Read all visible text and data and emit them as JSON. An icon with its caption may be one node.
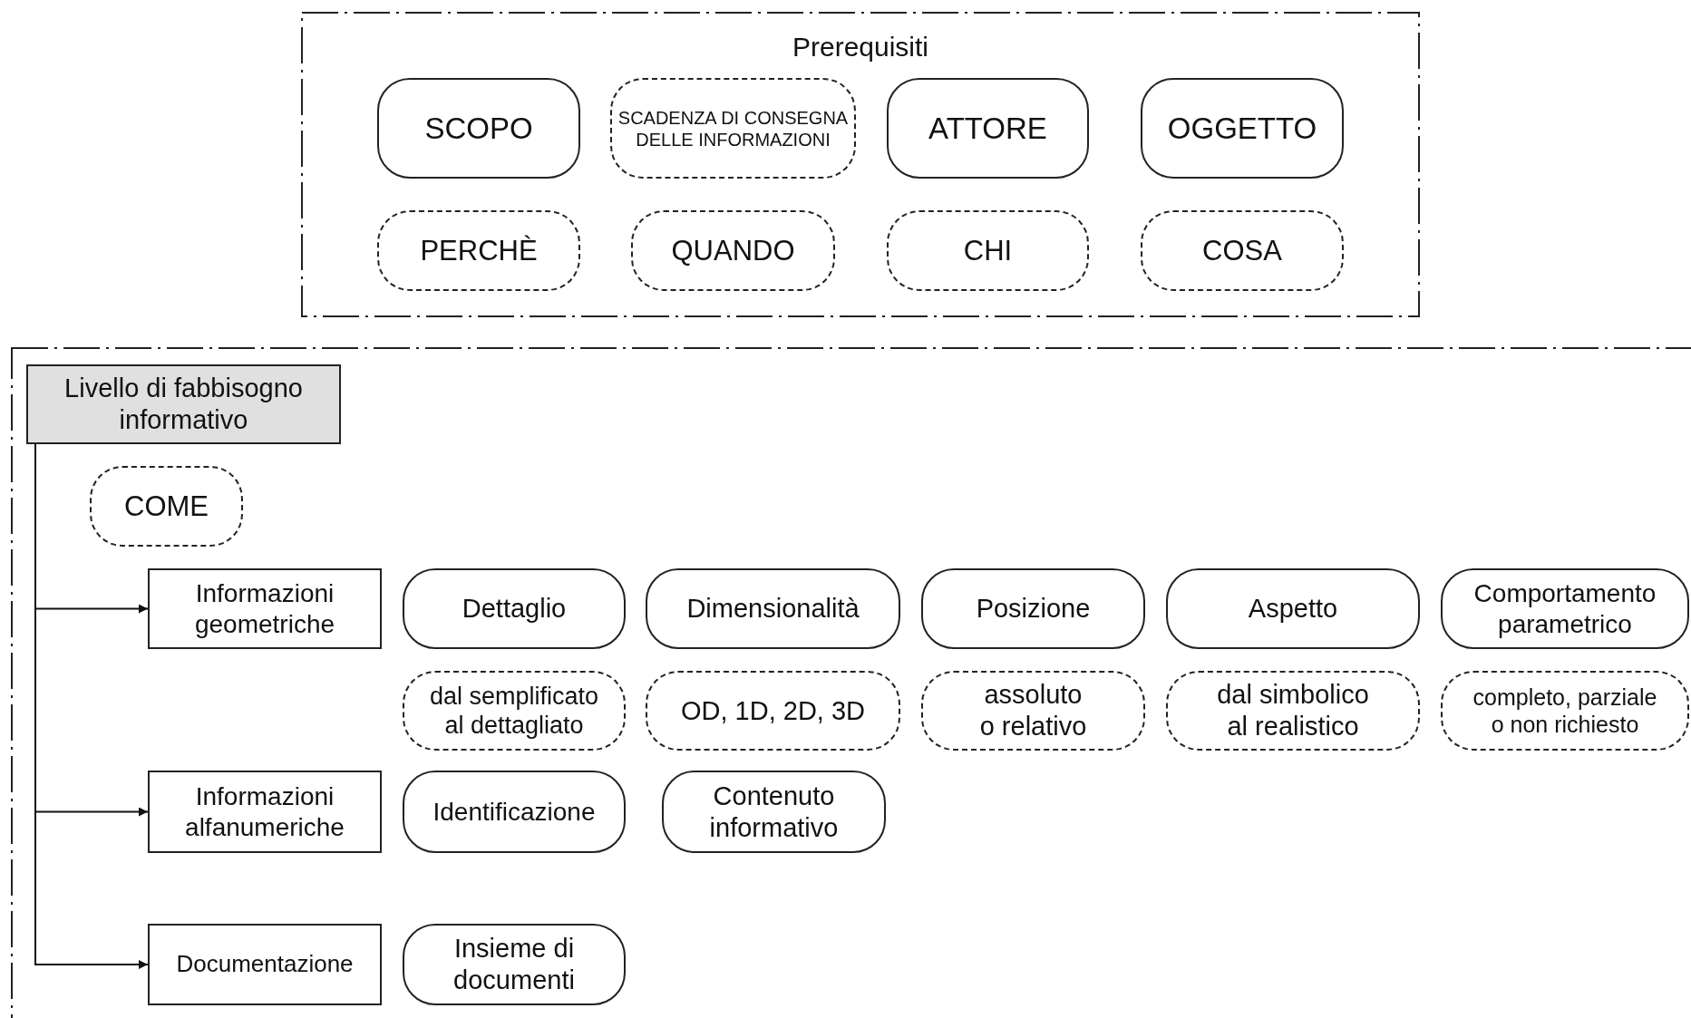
{
  "diagram": {
    "nodes": [
      {
        "text": [
          "Prerequisiti"
        ]
      },
      {
        "text": [
          "SCOPO"
        ],
        "in": 0
      },
      {
        "text": [
          "SCADENZA DI CONSEGNA DELLE INFORMAZIONI"
        ],
        "in": 0
      },
      {
        "text": [
          "ATTORE"
        ],
        "in": 0
      },
      {
        "text": [
          "OGGETTO"
        ],
        "in": 0
      },
      {
        "text": [
          "PERCHÈ"
        ],
        "in": 0
      },
      {
        "text": [
          "QUANDO"
        ],
        "in": 0
      },
      {
        "text": [
          "CHI"
        ],
        "in": 0
      },
      {
        "text": [
          "COSA"
        ],
        "in": 0
      },
      {
        "text": [],
        "shape": "box"
      },
      {
        "text": [
          "Livello di fabbisogno informativo"
        ],
        "in": 9
      },
      {
        "text": [
          "COME"
        ],
        "in": 9
      },
      {
        "text": [
          "Informazioni geometriche"
        ],
        "in": 9
      },
      {
        "text": [
          "Dettaglio"
        ],
        "in": 9
      },
      {
        "text": [
          "Dimensionalità"
        ],
        "in": 9
      },
      {
        "text": [
          "Posizione"
        ],
        "in": 9
      },
      {
        "text": [
          "Aspetto"
        ],
        "in": 9
      },
      {
        "text": [
          "Comportamento parametrico"
        ],
        "in": 9
      },
      {
        "text": [
          "dal semplificato al dettagliato"
        ],
        "in": 9
      },
      {
        "text": [
          "OD, 1D, 2D, 3D"
        ],
        "in": 9
      },
      {
        "text": [
          "assoluto o relativo"
        ],
        "in": 9
      },
      {
        "text": [
          "dal simbolico al realistico"
        ],
        "in": 9
      },
      {
        "text": [
          "completo, parziale o non richiesto"
        ],
        "in": 9
      },
      {
        "text": [
          "Informazioni alfanumeriche"
        ],
        "in": 9
      },
      {
        "text": [
          "Identificazione"
        ],
        "in": 9
      },
      {
        "text": [
          "Contenuto informativo"
        ],
        "in": 9
      },
      {
        "text": [
          "Documentazione"
        ],
        "in": 9
      },
      {
        "text": [
          "Insieme di documenti"
        ],
        "in": 9
      }
    ],
    "edges": [
      {
        "from": 10,
        "to": 12,
        "arrow": "to"
      },
      {
        "from": 10,
        "to": 23,
        "arrow": "to"
      },
      {
        "from": 10,
        "to": 26,
        "arrow": "to"
      }
    ]
  }
}
